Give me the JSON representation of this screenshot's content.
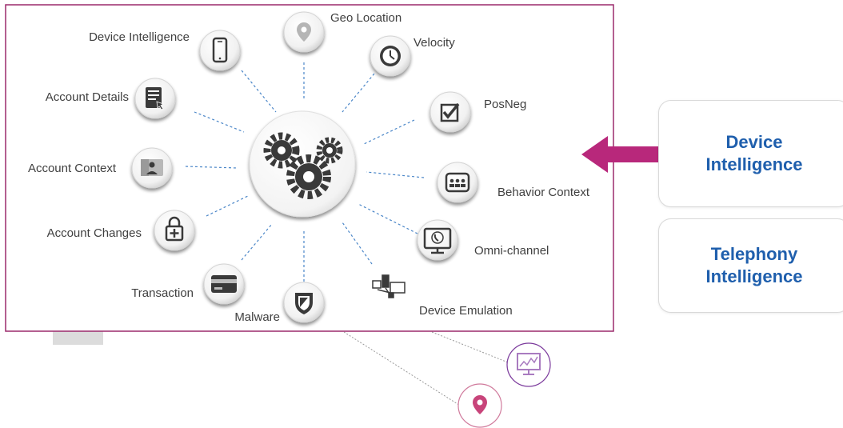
{
  "diagram": {
    "nodes": {
      "geo_location": "Geo Location",
      "velocity": "Velocity",
      "device_intelligence": "Device Intelligence",
      "account_details": "Account Details",
      "posneg": "PosNeg",
      "account_context": "Account Context",
      "behavior_context": "Behavior Context",
      "account_changes": "Account Changes",
      "omni_channel": "Omni-channel",
      "transaction": "Transaction",
      "malware": "Malware",
      "device_emulation": "Device Emulation"
    },
    "hub_icon": "gears-icon"
  },
  "side_cards": {
    "device_intelligence": "Device Intelligence",
    "telephony_intelligence": "Telephony Intelligence"
  },
  "colors": {
    "frame_border": "#9b2a6c",
    "arrow": "#b8287b",
    "card_text": "#1f5fad",
    "connector": "#4a86c8",
    "pin_accent": "#c8447a",
    "monitor_accent": "#7b3a9c"
  }
}
